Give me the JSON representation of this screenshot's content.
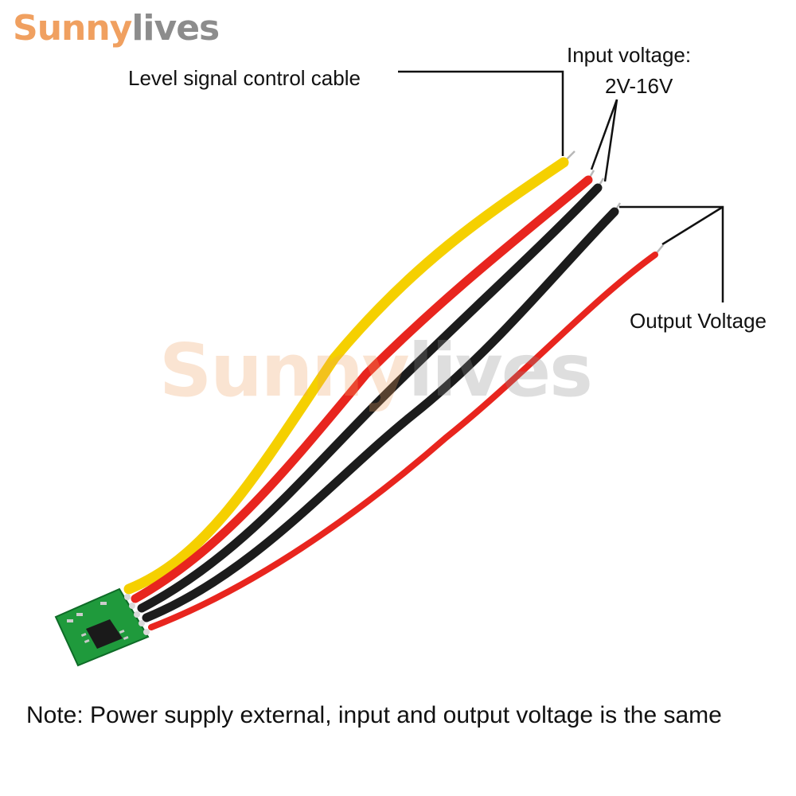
{
  "brand": {
    "part1": "Sunny",
    "part2": "lives"
  },
  "watermark": {
    "part1": "Sunny",
    "part2": "lives"
  },
  "labels": {
    "level_signal": "Level signal control cable",
    "input_voltage": "Input voltage:",
    "input_range": "2V-16V",
    "output_voltage": "Output Voltage"
  },
  "note": "Note: Power supply external, input and output voltage is the same",
  "colors": {
    "brand_orange": "#f0a060",
    "brand_gray": "#8c8c8c",
    "wire_yellow": "#f5d000",
    "wire_red": "#e8251e",
    "wire_black": "#1c1c1c",
    "pcb_green": "#1f9a3c"
  }
}
